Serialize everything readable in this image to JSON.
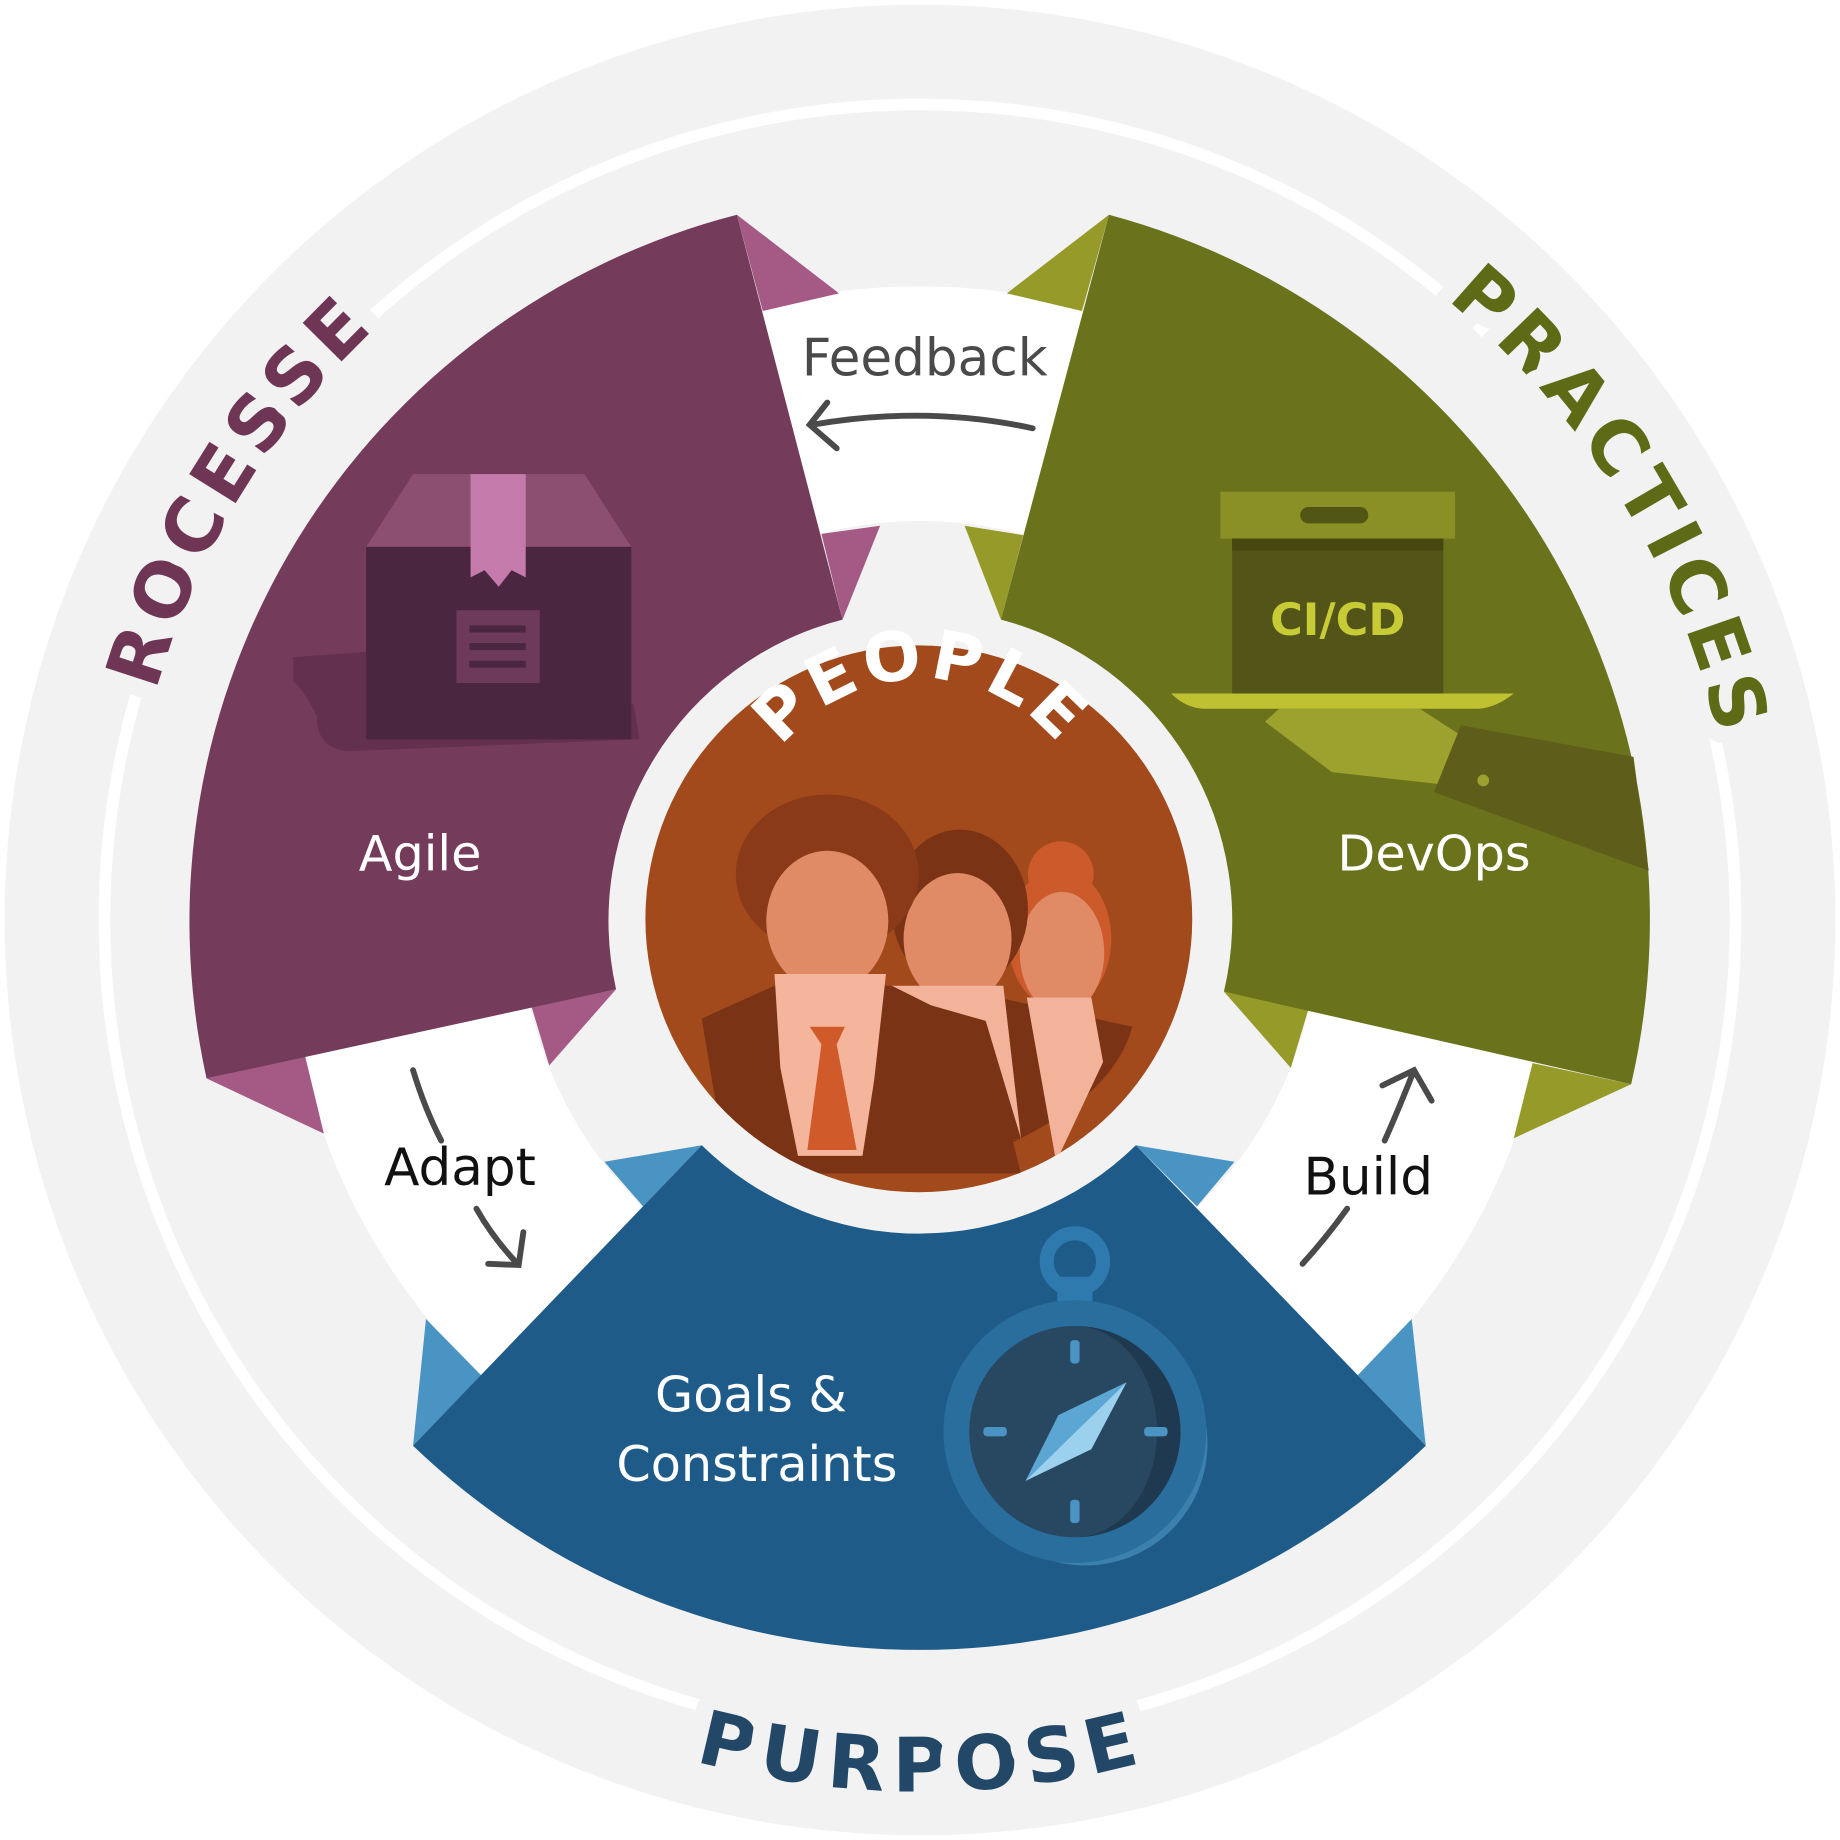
{
  "center": {
    "label": "PEOPLE",
    "color": "#A24A1B"
  },
  "segments": {
    "processes": {
      "title": "PROCESSES",
      "label": "Agile",
      "color": "#743B5A",
      "title_color": "#6E3554",
      "icon": "package-box-icon"
    },
    "practices": {
      "title": "PRACTICES",
      "label": "DevOps",
      "color": "#6A721C",
      "title_color": "#5E6A16",
      "icon": "cicd-box-on-tray-icon",
      "icon_text": "CI/CD"
    },
    "purpose": {
      "title": "PURPOSE",
      "label_line1": "Goals &",
      "label_line2": "Constraints",
      "color": "#1E5B89",
      "title_color": "#234766",
      "icon": "stopwatch-compass-icon"
    }
  },
  "flows": {
    "feedback": "Feedback",
    "adapt": "Adapt",
    "build": "Build"
  }
}
